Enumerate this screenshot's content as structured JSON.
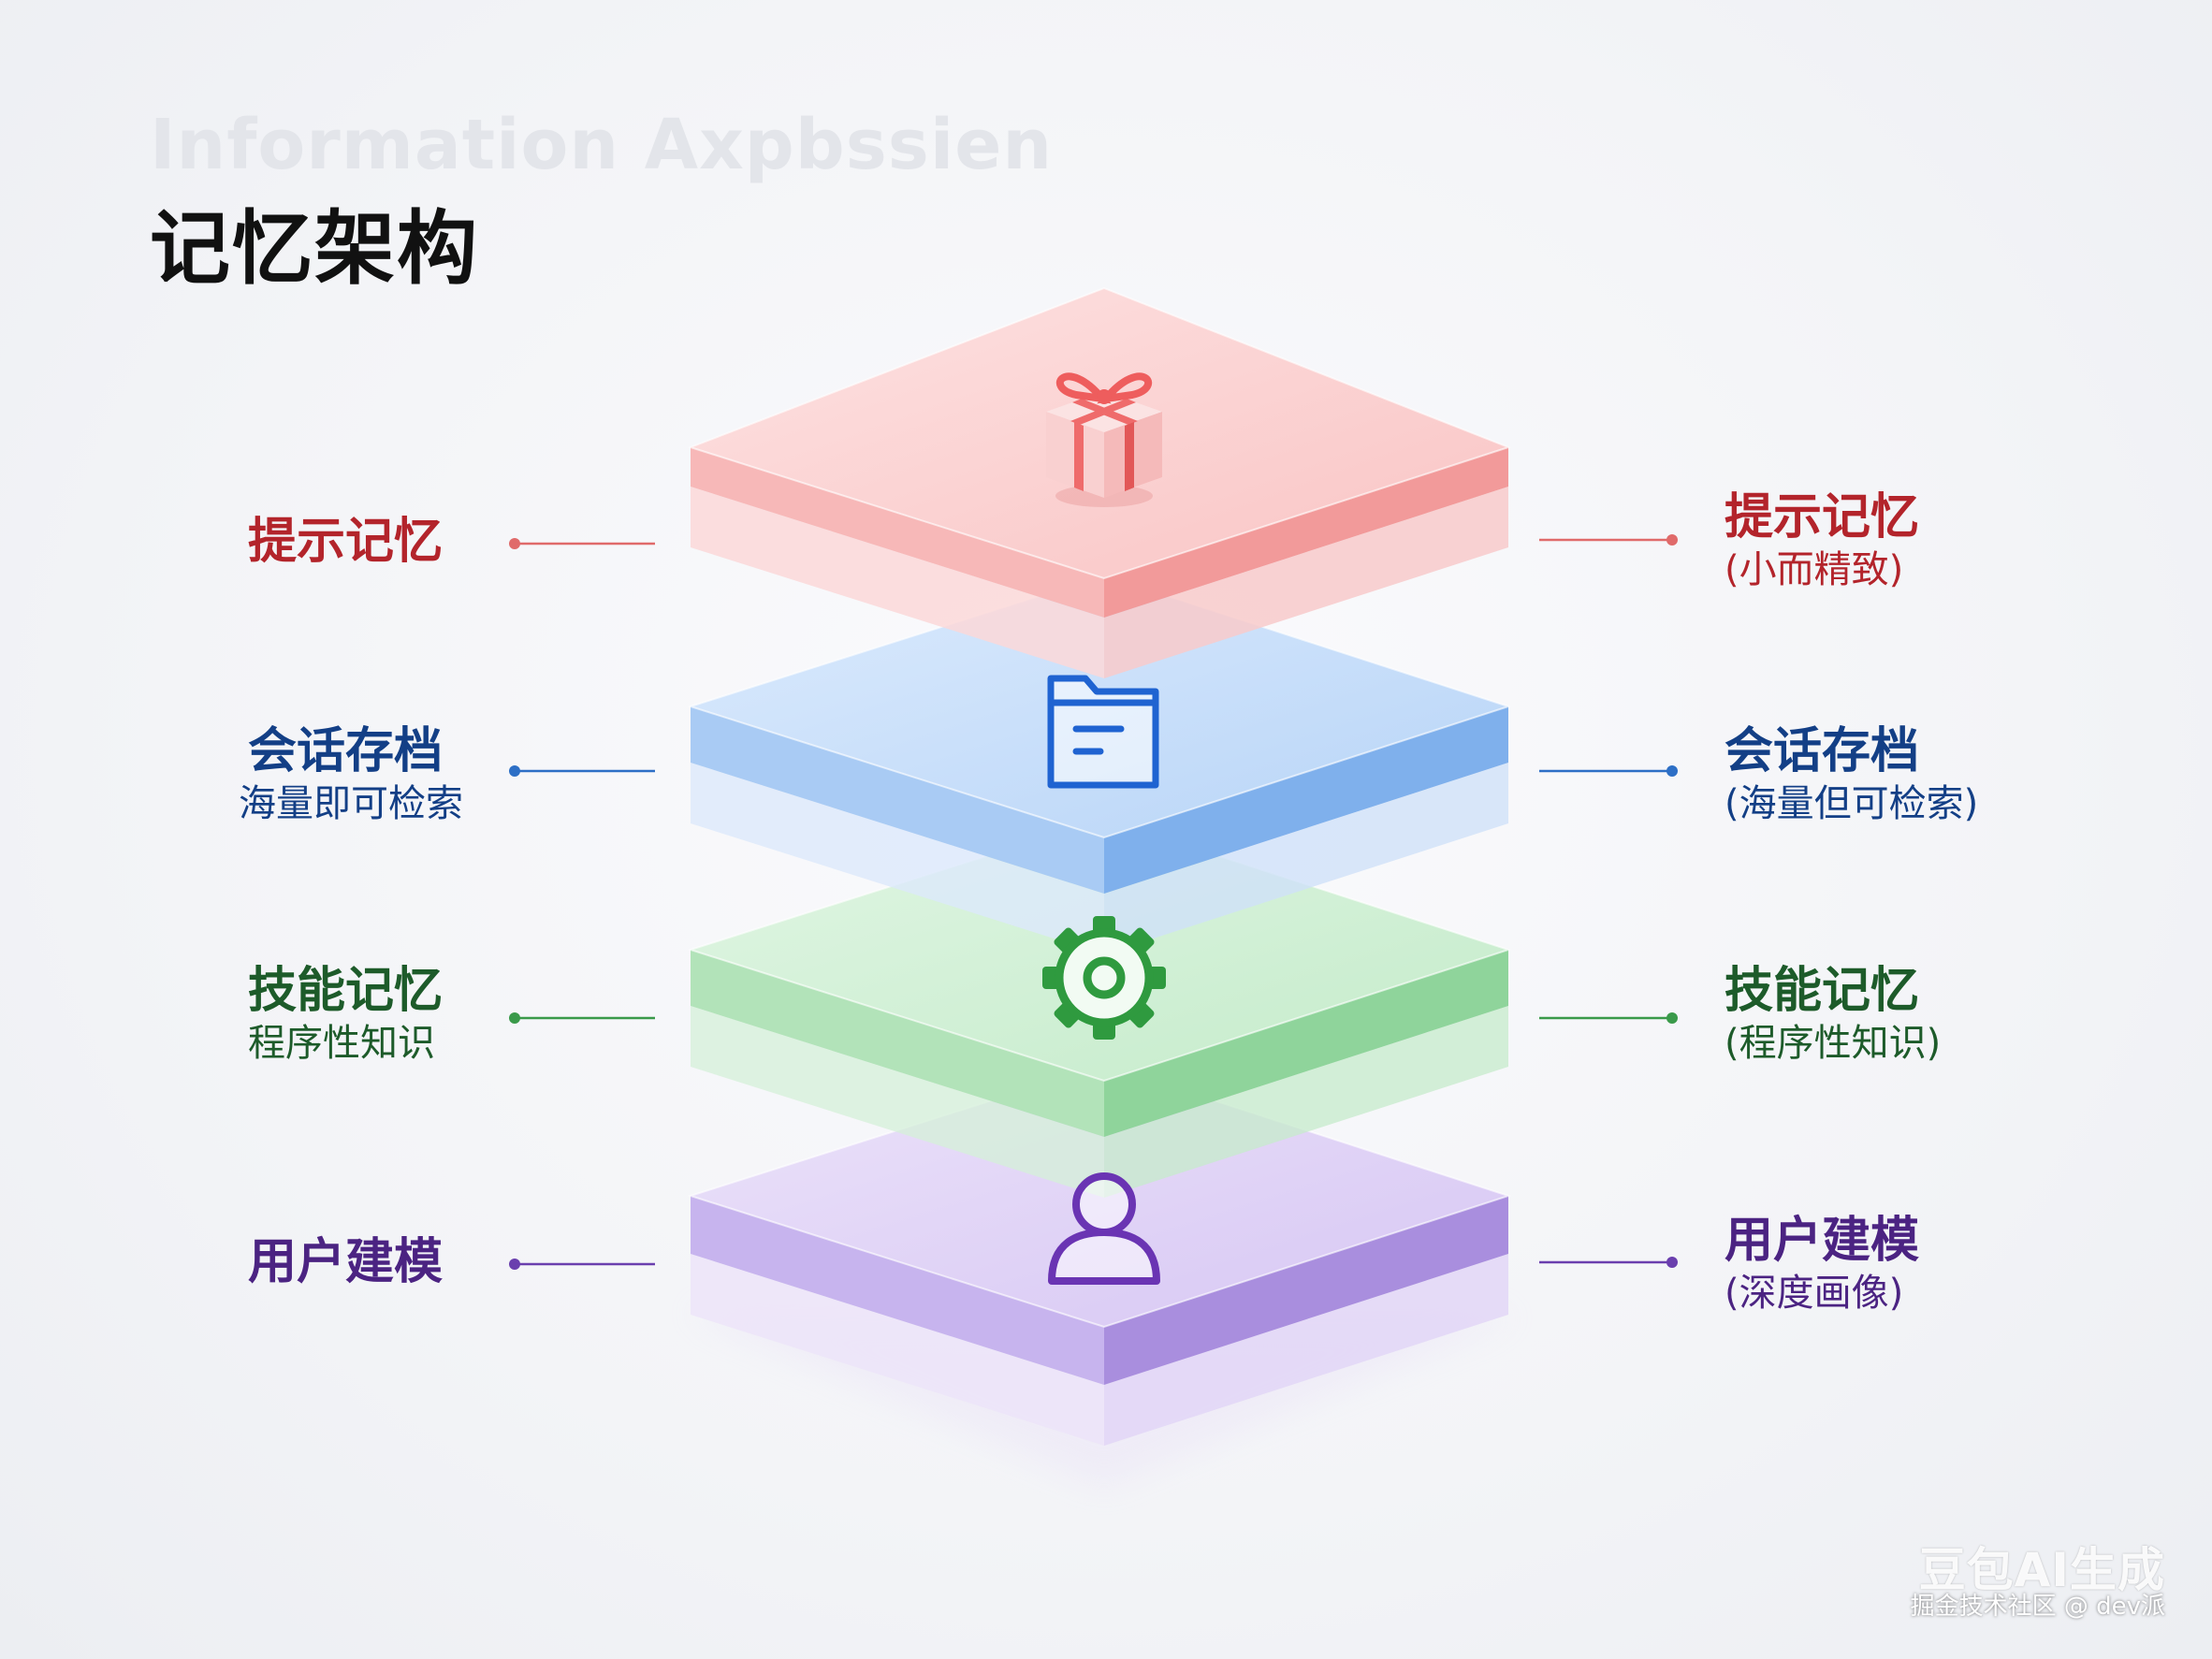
{
  "header": {
    "ghost_title": "Information Axpbssien",
    "title": "记忆架构"
  },
  "layers": [
    {
      "icon": "gift-icon",
      "color": "#f4a0a0",
      "left": {
        "title": "提示记忆",
        "subtitle": ""
      },
      "right": {
        "title": "提示记忆",
        "subtitle": "(小而精致)"
      }
    },
    {
      "icon": "folder-icon",
      "color": "#8ab8f0",
      "left": {
        "title": "会话存档",
        "subtitle": "海量即可检索"
      },
      "right": {
        "title": "会话存档",
        "subtitle": "(海量但可检索)"
      }
    },
    {
      "icon": "gear-icon",
      "color": "#9ad8a4",
      "left": {
        "title": "技能记忆",
        "subtitle": "程序性知识"
      },
      "right": {
        "title": "技能记忆",
        "subtitle": "(程序性知识)"
      }
    },
    {
      "icon": "user-icon",
      "color": "#b9a2e6",
      "left": {
        "title": "用户建模",
        "subtitle": ""
      },
      "right": {
        "title": "用户建模",
        "subtitle": "(深度画像)"
      }
    }
  ],
  "watermark": {
    "brand": "豆包AI生成",
    "credit": "掘金技术社区 @ dev派"
  }
}
